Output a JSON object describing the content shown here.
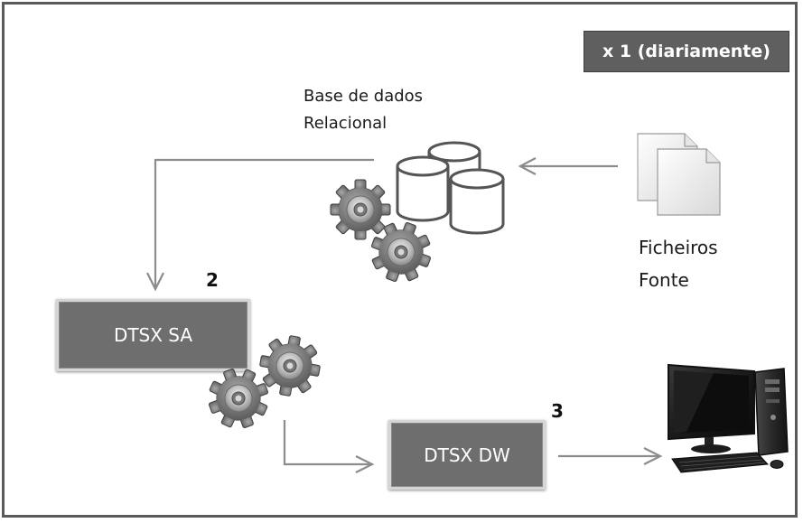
{
  "badge": {
    "text": "x 1 (diariamente)"
  },
  "database": {
    "label_line1": "Base de dados",
    "label_line2": "Relacional"
  },
  "source_files": {
    "label_line1": "Ficheiros",
    "label_line2": "Fonte"
  },
  "steps": [
    {
      "number": "2",
      "label": "DTSX SA"
    },
    {
      "number": "3",
      "label": "DTSX DW"
    }
  ],
  "icons": [
    "database-icon",
    "documents-icon",
    "gear-icon",
    "computer-icon"
  ],
  "colors": {
    "frame": "#5a5a5a",
    "box_fill": "#6e6e6e",
    "badge_fill": "#5f5f5f",
    "arrow": "#8c8c8c"
  }
}
